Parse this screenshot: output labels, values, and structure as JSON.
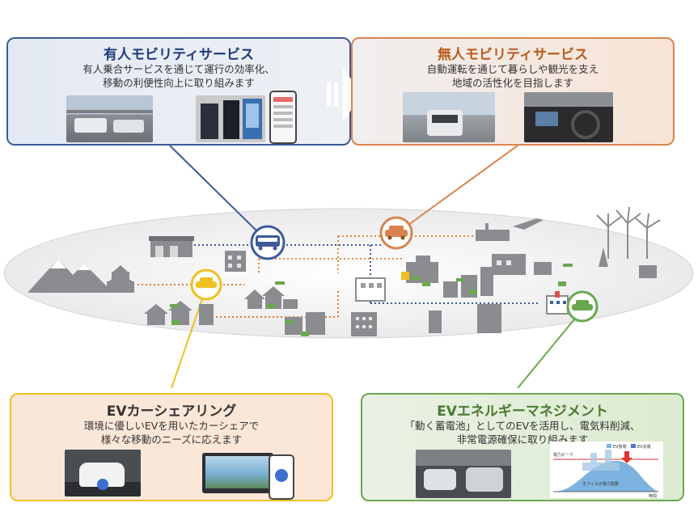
{
  "manned": {
    "title": "有人モビリティサービス",
    "desc1": "有人乗合サービスを通じて運行の効率化、",
    "desc2": "移動の利便性向上に取り組みます"
  },
  "unmanned": {
    "title": "無人モビリティサービス",
    "desc1": "自動運転を通じて暮らしや観光を支え",
    "desc2": "地域の活性化を目指します"
  },
  "carshare": {
    "title": "EVカーシェアリング",
    "desc1": "環境に優しいEVを用いたカーシェアで",
    "desc2": "様々な移動のニーズに応えます"
  },
  "energy": {
    "title": "EVエネルギーマネジメント",
    "desc1": "「動く蓄電池」としてのEVを活用し、電気料削減、",
    "desc2": "非常電源確保に取り組みます",
    "chart_labels": {
      "peak": "電力ピーク",
      "legend1": "EV放電",
      "legend2": "EV充電",
      "office": "オフィスの電力需要",
      "xaxis": "時間"
    }
  },
  "colors": {
    "manned": "#3d5a99",
    "unmanned": "#d9844f",
    "carshare": "#f0c020",
    "energy": "#6aa84f"
  }
}
